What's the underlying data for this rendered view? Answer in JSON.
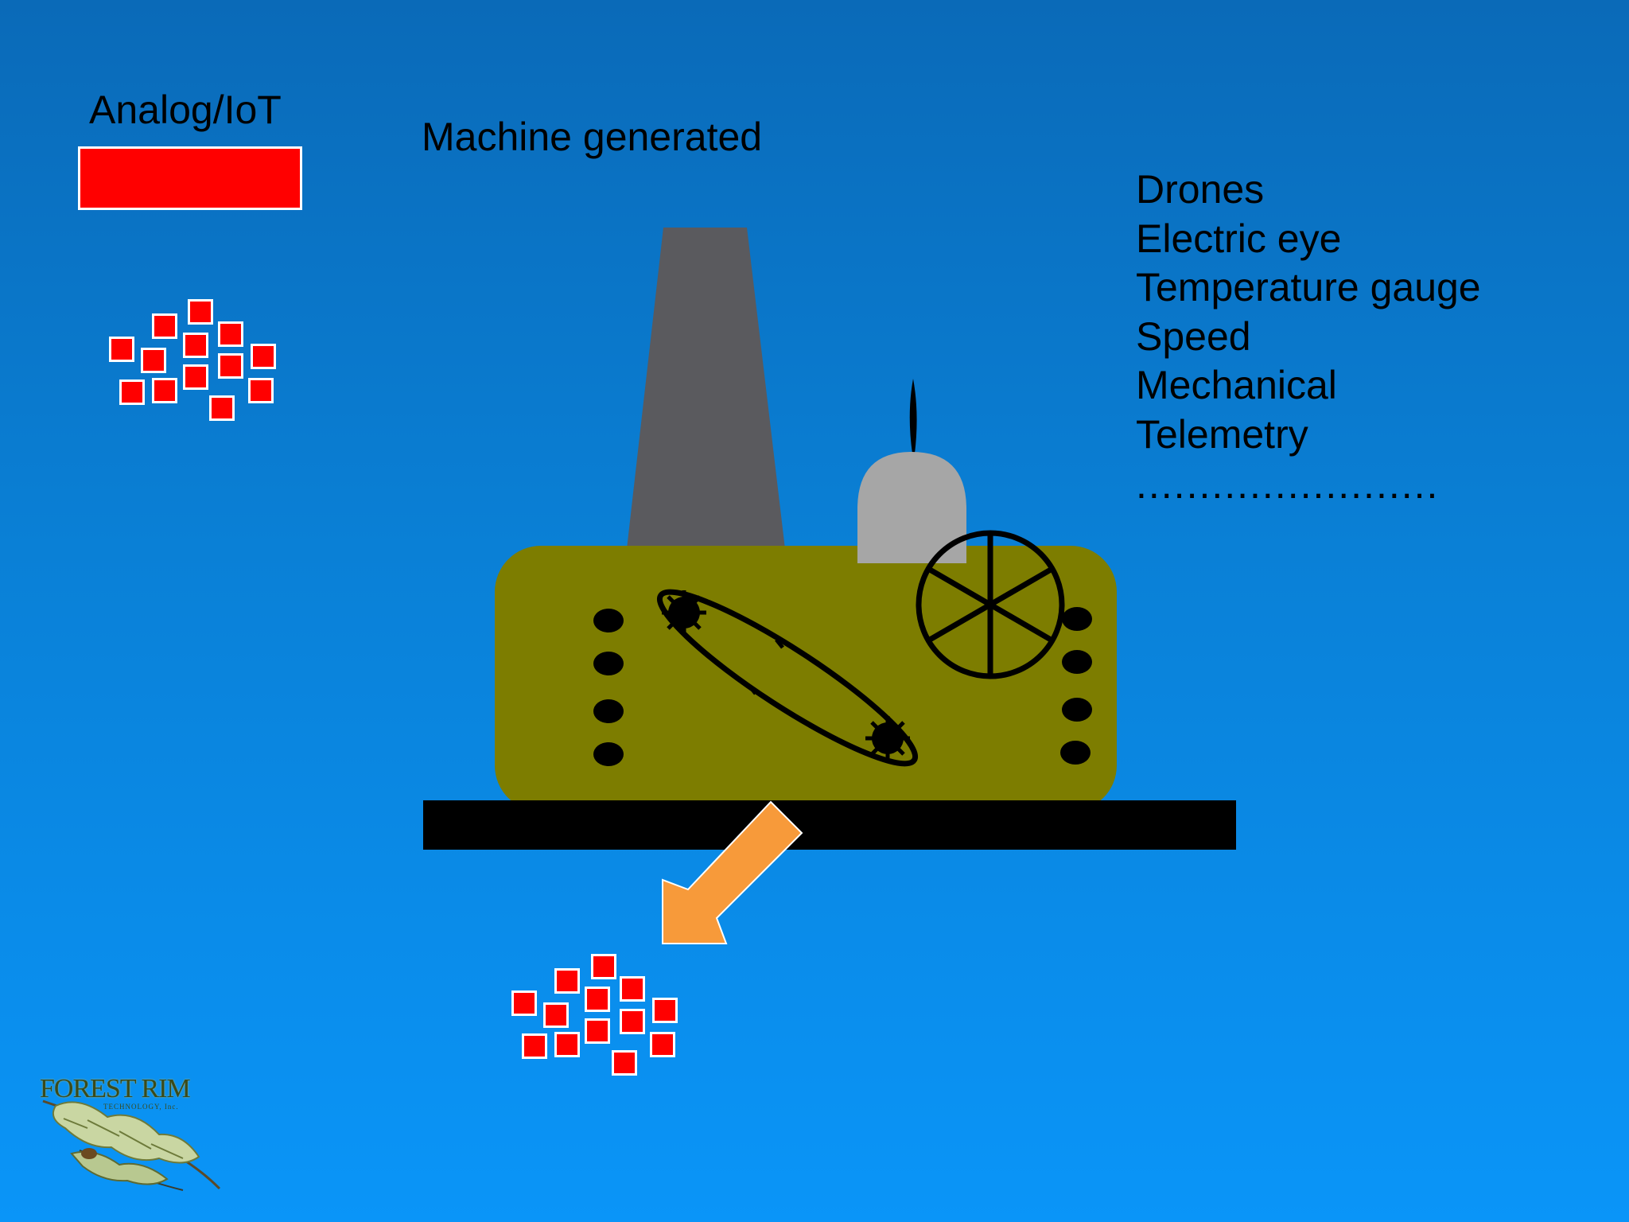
{
  "legend": {
    "label": "Analog/IoT",
    "swatch_color": "#ff0000"
  },
  "title": "Machine generated",
  "sources": [
    "Drones",
    "Electric eye",
    "Temperature gauge",
    "Speed",
    "Mechanical",
    "Telemetry",
    "........................"
  ],
  "colors": {
    "background_top": "#0a6ab8",
    "background_bottom": "#0a95f8",
    "machine_body": "#7d7d00",
    "chimney": "#5a5a5e",
    "dome": "#a6a6a6",
    "base": "#000000",
    "arrow": "#f79a3a",
    "data_point": "#ff0000"
  },
  "logo": {
    "text": "FOREST RIM",
    "subtext": "TECHNOLOGY, Inc."
  }
}
